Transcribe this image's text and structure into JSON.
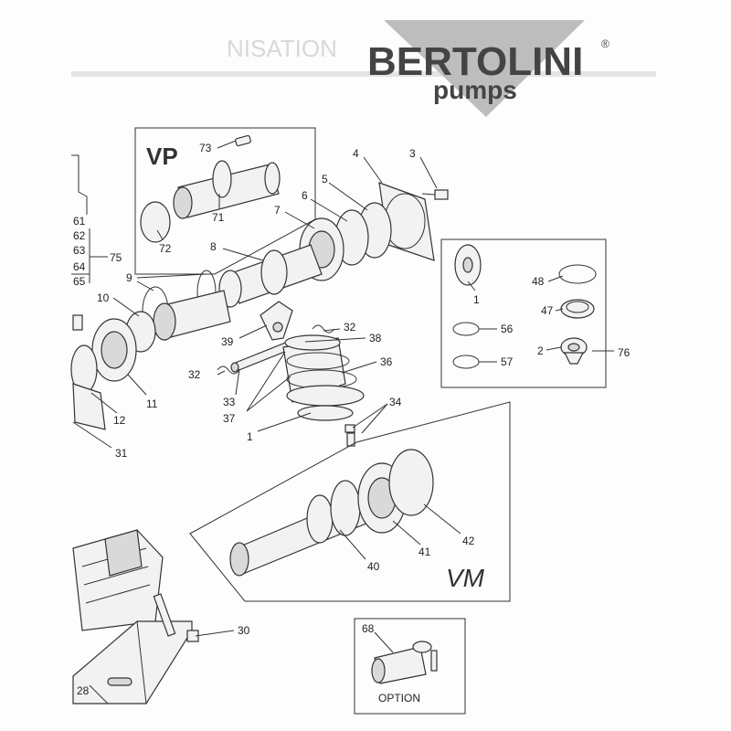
{
  "brand": {
    "name": "BERTOLINI",
    "registered": "®",
    "sub": "pumps"
  },
  "header_ghost": "NISATION",
  "boxes": {
    "vp": {
      "title": "VP"
    },
    "vm": {
      "title": "VM"
    },
    "option": {
      "label": "OPTION"
    }
  },
  "callouts": {
    "73": "73",
    "71": "71",
    "72": "72",
    "4": "4",
    "3": "3",
    "5": "5",
    "6": "6",
    "7": "7",
    "8": "8",
    "9": "9",
    "10": "10",
    "11": "11",
    "12": "12",
    "31": "31",
    "61": "61",
    "62": "62",
    "63": "63",
    "64": "64",
    "65": "65",
    "75": "75",
    "39": "39",
    "32a": "32",
    "32b": "32",
    "38": "38",
    "36": "36",
    "33": "33",
    "37": "37",
    "1a": "1",
    "34": "34",
    "1b": "1",
    "48": "48",
    "47": "47",
    "56": "56",
    "57": "57",
    "2": "2",
    "76": "76",
    "40": "40",
    "41": "41",
    "42": "42",
    "30": "30",
    "28": "28",
    "68": "68"
  },
  "colors": {
    "line": "#333333",
    "logo_gray": "#bdbdbd",
    "logo_text": "#444444",
    "paper": "#fdfdfd"
  }
}
